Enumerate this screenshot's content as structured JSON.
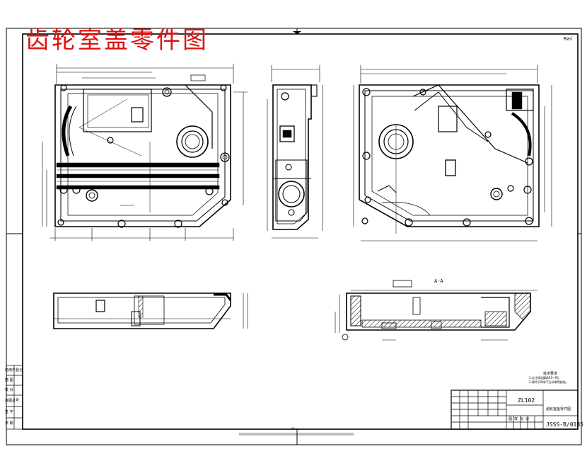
{
  "drawing": {
    "title": "齿轮室盖零件图",
    "drawing_number": "JSSS-B/0185",
    "part_code": "ZL102",
    "sheet_mark": "Ra√",
    "section_label": "A-A",
    "tech_title": "技术要求",
    "tech_notes": [
      "1.未注铸造圆角R3~R5，",
      "2.铸件不得有气孔砂眼等缺陷。"
    ],
    "company": "齿轮室盖零件图",
    "scale_row": "图 样 标 记",
    "side_labels": [
      "借用件登记",
      "描 图",
      "校 对",
      "底图总号",
      "签 字",
      "日 期"
    ],
    "bottom_center": "A4"
  },
  "colors": {
    "title_red": "#e01010",
    "line": "#000000",
    "paper": "#ffffff"
  }
}
